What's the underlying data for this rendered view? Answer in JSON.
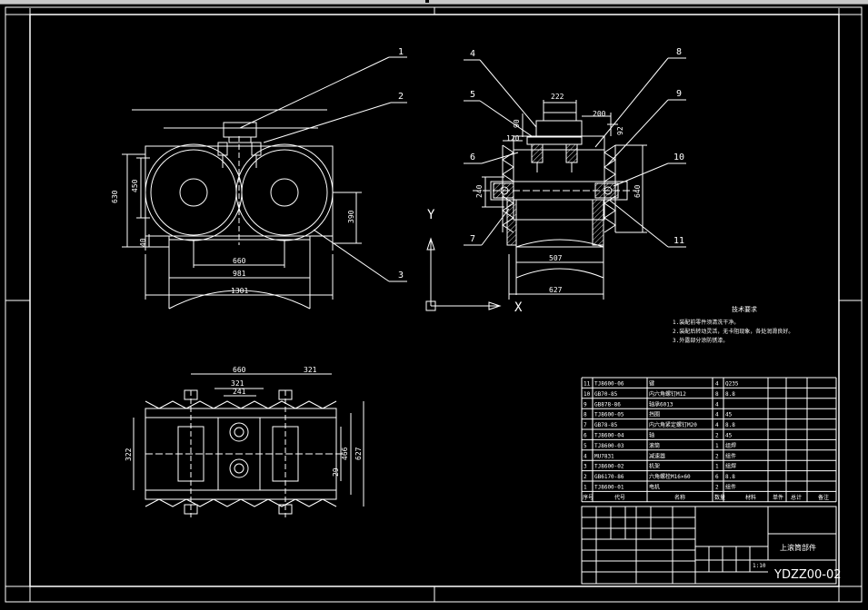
{
  "drawing": {
    "title_block": {
      "title_cn": "上滚筒部件",
      "drawing_number": "YDZZ00-02",
      "sheet_info": "1:10",
      "header_labels": [
        "序号",
        "代号",
        "名称",
        "数量",
        "材料",
        "单件",
        "总计",
        "备注"
      ]
    },
    "tech_requirements": {
      "heading": "技术要求",
      "lines": [
        "1.装配前零件须清洗干净。",
        "2.装配后转动灵活，无卡阻现象，各处润滑良好。",
        "3.外露部分涂防锈漆。"
      ]
    },
    "parts": [
      {
        "no": "11",
        "code": "TJ8600-06",
        "name": "键",
        "qty": "4",
        "material": "Q235"
      },
      {
        "no": "10",
        "code": "GB70-85",
        "name": "内六角螺钉M12",
        "qty": "8",
        "material": "8.8"
      },
      {
        "no": "9",
        "code": "GB878-86",
        "name": "轴承6013",
        "qty": "4",
        "material": ""
      },
      {
        "no": "8",
        "code": "TJ8600-05",
        "name": "挡圈",
        "qty": "4",
        "material": "45"
      },
      {
        "no": "7",
        "code": "GB78-85",
        "name": "内六角紧定螺钉M20",
        "qty": "4",
        "material": "8.8"
      },
      {
        "no": "6",
        "code": "TJ8600-04",
        "name": "轴",
        "qty": "2",
        "material": "45"
      },
      {
        "no": "5",
        "code": "TJ8600-03",
        "name": "滚筒",
        "qty": "1",
        "material": "组焊"
      },
      {
        "no": "4",
        "code": "MU7831",
        "name": "减速器",
        "qty": "2",
        "material": "组件"
      },
      {
        "no": "3",
        "code": "TJ8600-02",
        "name": "机架",
        "qty": "1",
        "material": "组焊"
      },
      {
        "no": "2",
        "code": "GB6170-86",
        "name": "六角螺栓M16×60",
        "qty": "6",
        "material": "8.8"
      },
      {
        "no": "1",
        "code": "TJ8600-01",
        "name": "电机",
        "qty": "2",
        "material": "组件"
      }
    ],
    "balloons": {
      "b1": "1",
      "b2": "2",
      "b3": "3",
      "b4": "4",
      "b5": "5",
      "b6": "6",
      "b7": "7",
      "b8": "8",
      "b9": "9",
      "b10": "10",
      "b11": "11"
    },
    "dims_front": {
      "d630": "630",
      "d450": "450",
      "d390": "390",
      "d40": "40",
      "d660": "660",
      "d981": "981",
      "d1301": "1301"
    },
    "dims_side": {
      "d222": "222",
      "d200": "200",
      "d90": "90",
      "d92": "92",
      "d120": "120",
      "d240": "240",
      "d640": "640",
      "d507": "507",
      "d627": "627"
    },
    "dims_top": {
      "d660": "660",
      "d321": "321",
      "d321b": "321",
      "d241": "241",
      "d322": "322",
      "d29": "29",
      "d466": "466",
      "d627": "627"
    },
    "ucs": {
      "x_label": "X",
      "y_label": "Y"
    },
    "colors": {
      "background": "#000000",
      "lines": "#ffffff",
      "titlebar": "#c8c8c8"
    }
  }
}
